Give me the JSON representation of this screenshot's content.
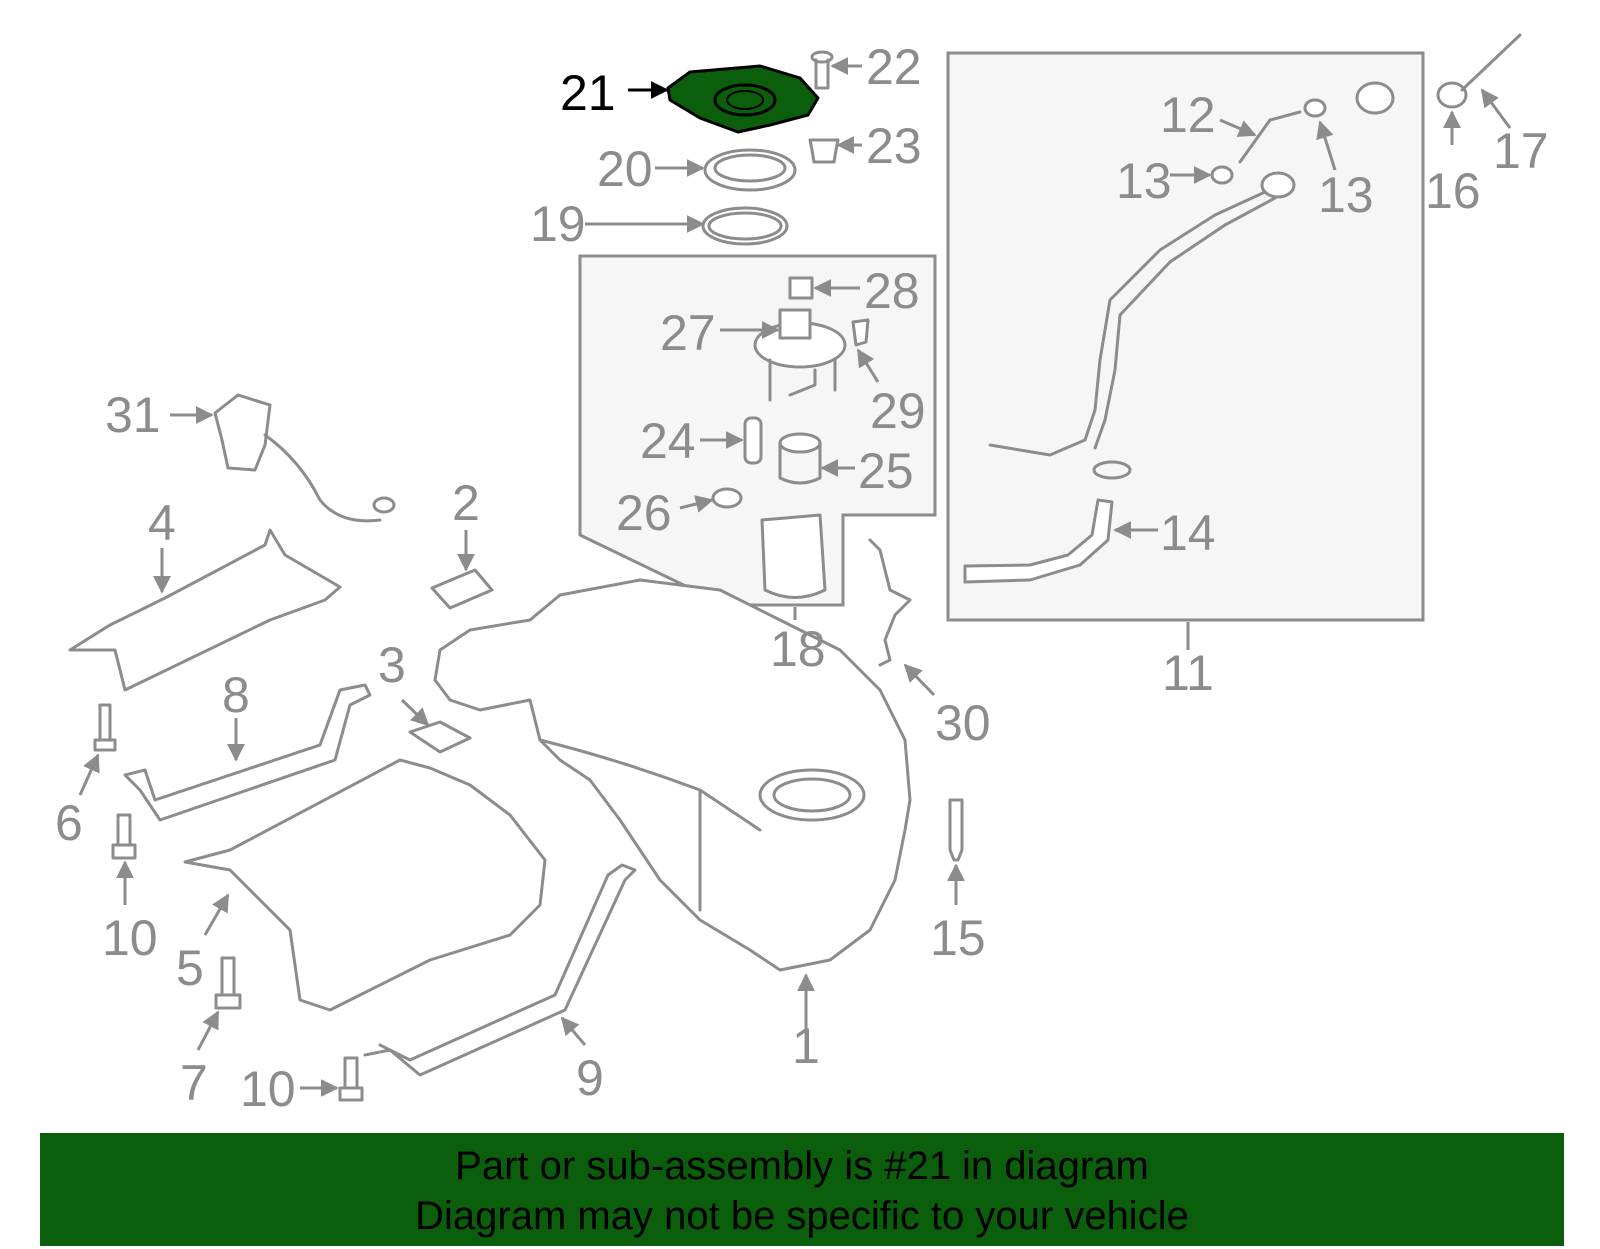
{
  "banner": {
    "line1": "Part or sub-assembly is #21 in diagram",
    "line2": "Diagram may not be specific to your vehicle"
  },
  "highlight_callout": "21",
  "colors": {
    "banner_bg": "#0b5e0b",
    "highlight_part": "#0b5e0b",
    "line_art": "#8c8c8c",
    "group_box_fill": "#f6f6f6"
  },
  "callouts": {
    "c1": "1",
    "c2": "2",
    "c3": "3",
    "c4": "4",
    "c5": "5",
    "c6": "6",
    "c7": "7",
    "c8": "8",
    "c9": "9",
    "c10a": "10",
    "c10b": "10",
    "c11": "11",
    "c12": "12",
    "c13a": "13",
    "c13b": "13",
    "c14": "14",
    "c15": "15",
    "c16": "16",
    "c17": "17",
    "c18": "18",
    "c19": "19",
    "c20": "20",
    "c21": "21",
    "c22": "22",
    "c23": "23",
    "c24": "24",
    "c25": "25",
    "c26": "26",
    "c27": "27",
    "c28": "28",
    "c29": "29",
    "c30": "30",
    "c31": "31"
  }
}
